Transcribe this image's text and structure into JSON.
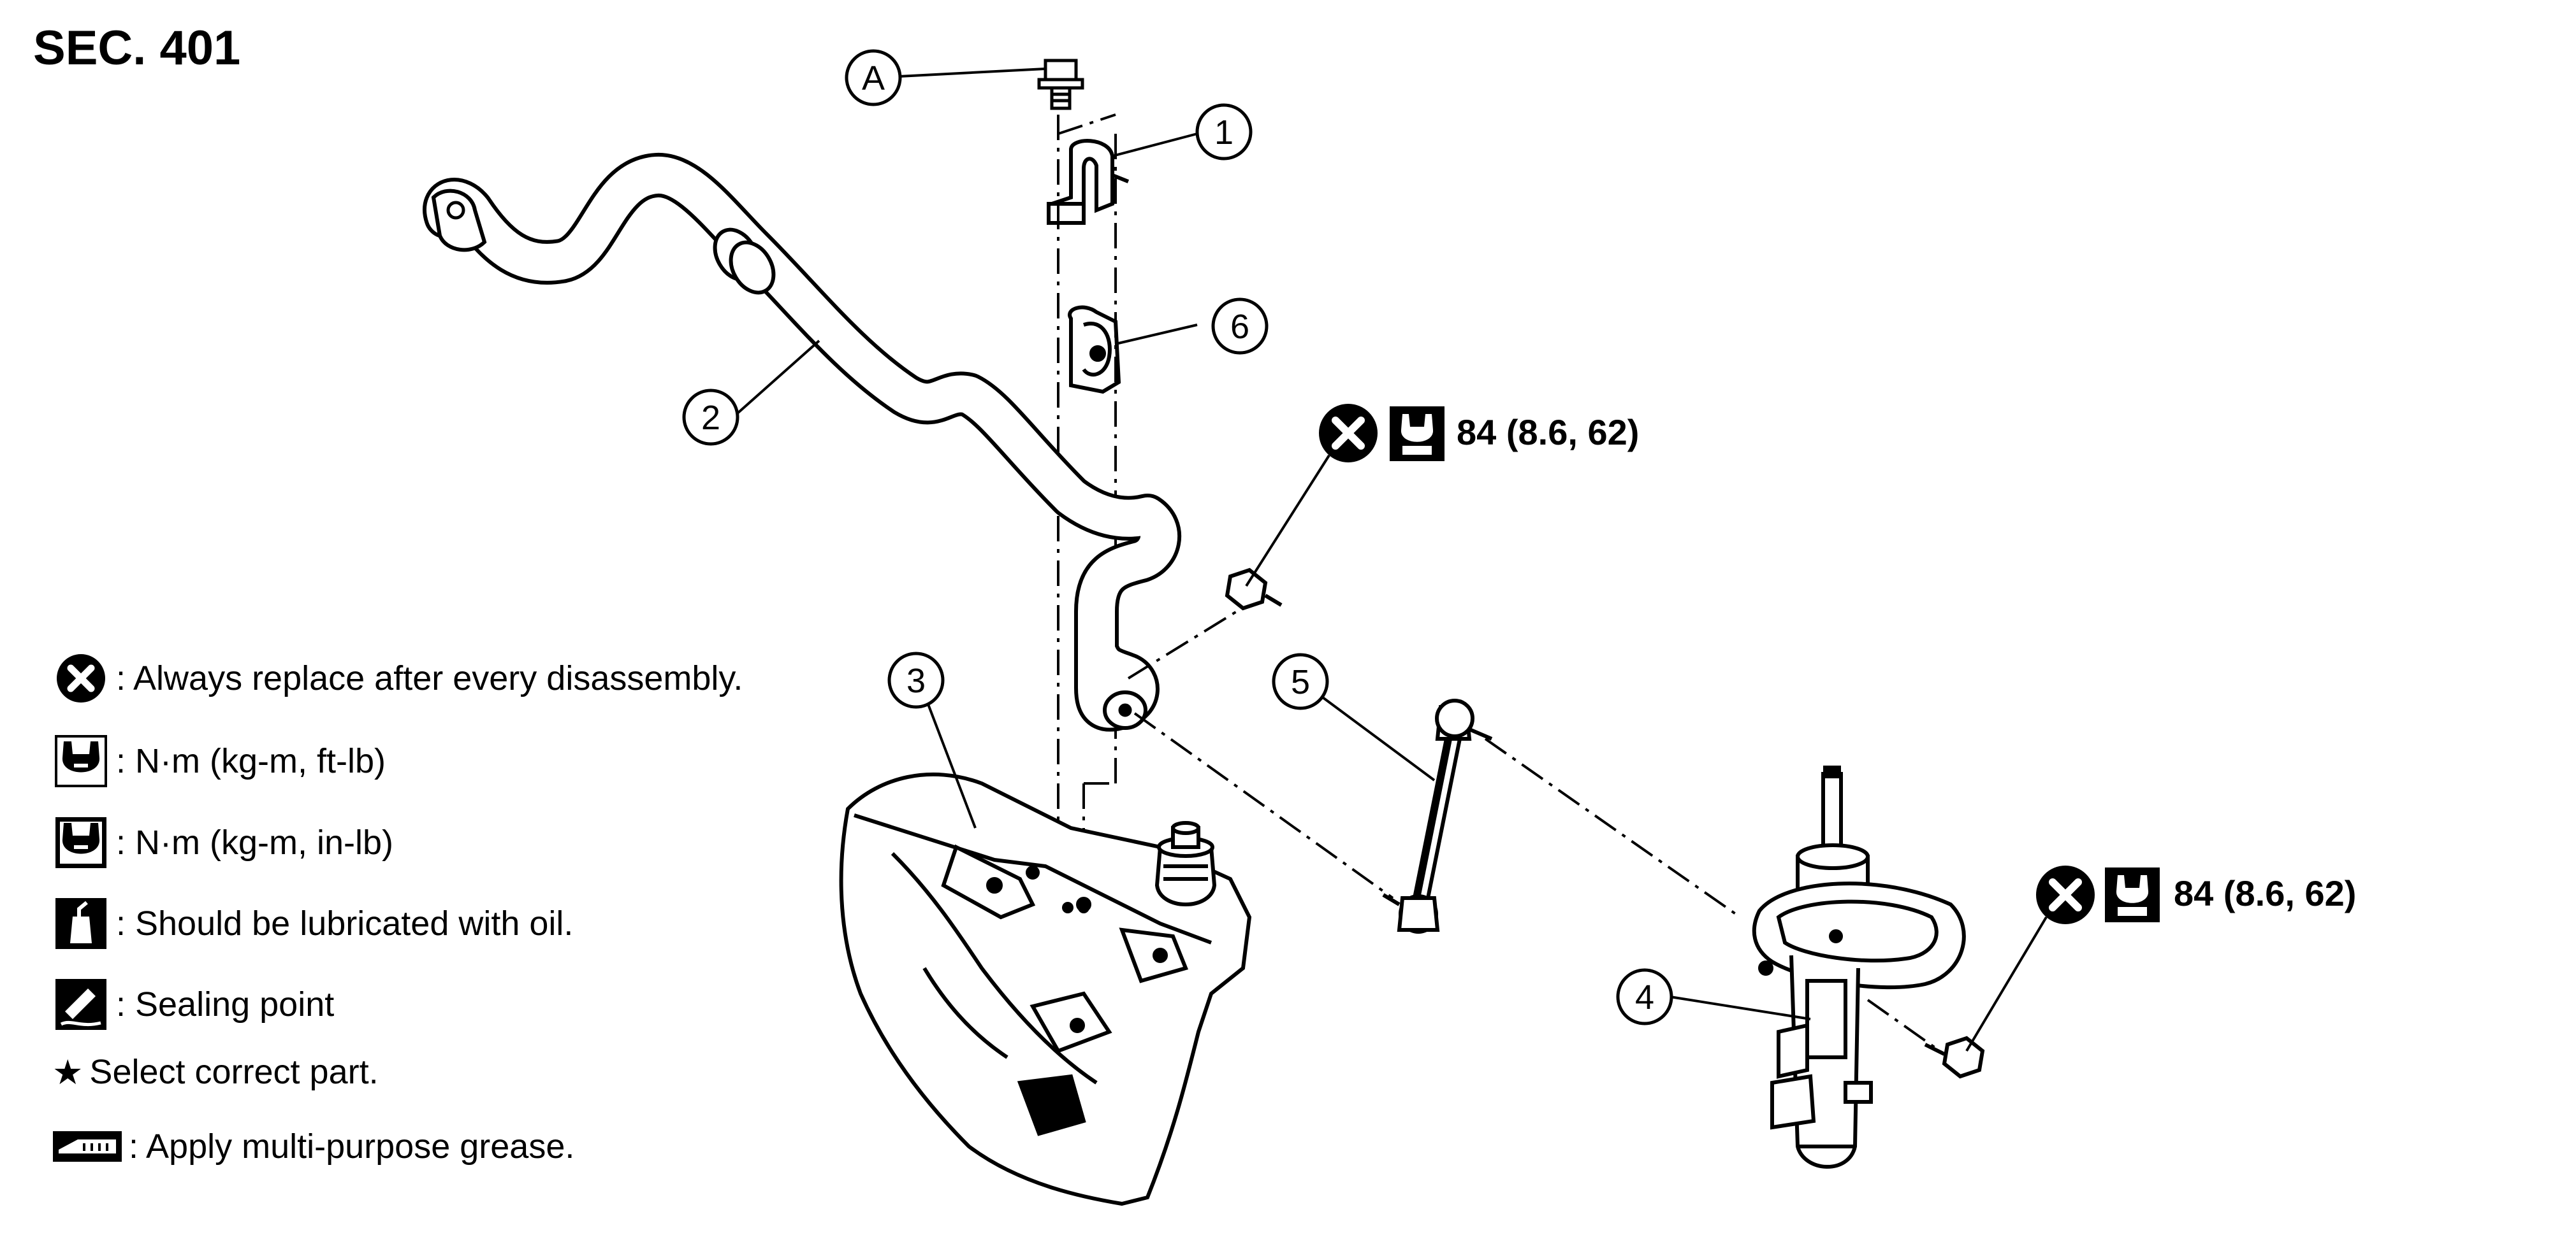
{
  "section_label": "SEC. 401",
  "callouts": {
    "A": "A",
    "n1": "1",
    "n2": "2",
    "n3": "3",
    "n4": "4",
    "n5": "5",
    "n6": "6"
  },
  "torque_specs": {
    "upper": "84 (8.6, 62)",
    "lower": "84 (8.6, 62)"
  },
  "legend": {
    "replace": ": Always replace after every disassembly.",
    "torque_ft_lb": ": N·m (kg-m, ft-lb)",
    "torque_in_lb": ": N·m (kg-m, in-lb)",
    "lubricate": ": Should be lubricated with oil.",
    "sealing": ": Sealing point",
    "star_symbol": "★",
    "select_part": "Select correct part.",
    "grease": ": Apply multi-purpose grease."
  },
  "colors": {
    "ink": "#000000",
    "paper": "#ffffff"
  },
  "icons": [
    "replace-x-icon",
    "torque-wrench-icon",
    "torque-wrench-filled-icon",
    "oil-can-icon",
    "sealing-icon",
    "star-icon",
    "grease-icon"
  ]
}
